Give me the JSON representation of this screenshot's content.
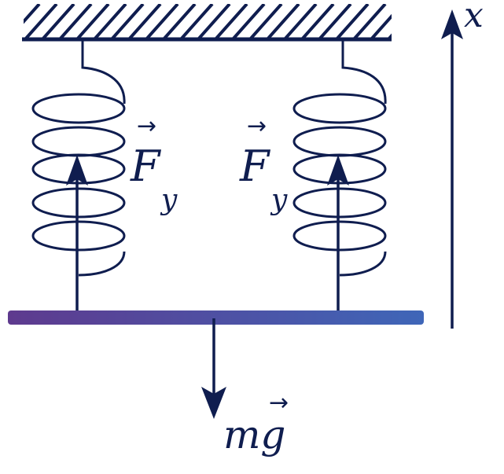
{
  "labels": {
    "axis": "x",
    "spring_force_left": "F",
    "spring_force_left_sub": "y",
    "spring_force_right": "F",
    "spring_force_right_sub": "y",
    "gravity": "mg"
  },
  "colors": {
    "ink": "#0f1d4f",
    "bar_start": "#5e3a8e",
    "bar_end": "#3f66b8"
  },
  "icons": {
    "vector_arrow": "rightwards-arrow-over-letter"
  }
}
